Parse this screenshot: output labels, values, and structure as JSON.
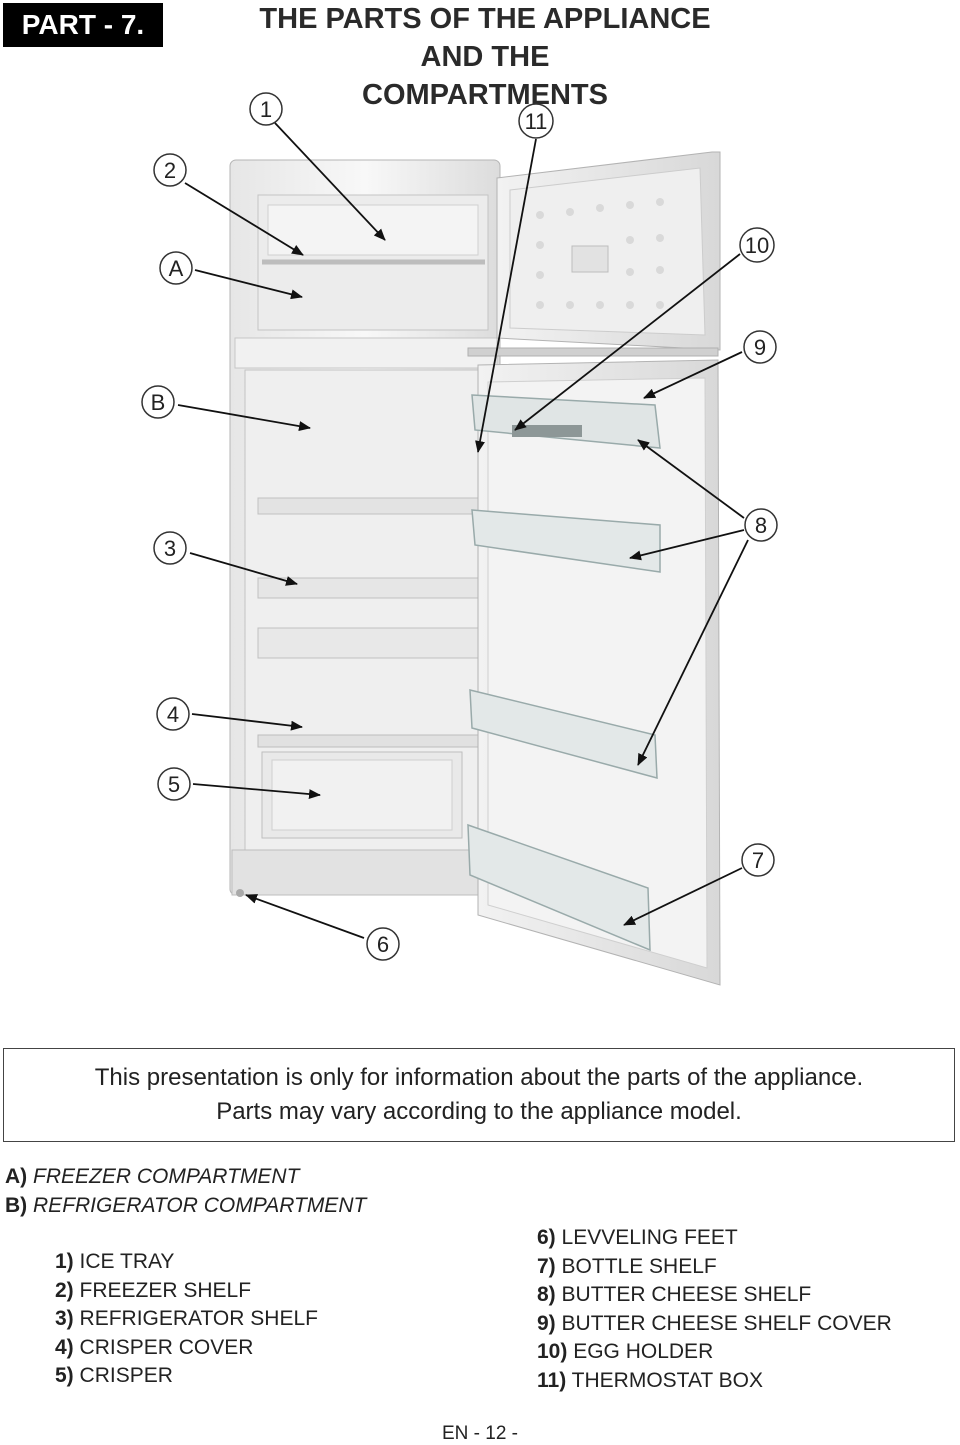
{
  "header": {
    "part_label": "PART - 7.",
    "title_line1": "THE PARTS OF THE APPLIANCE AND THE",
    "title_line2": "COMPARTMENTS"
  },
  "figure": {
    "callouts": {
      "n1": "1",
      "n2": "2",
      "nA": "A",
      "nB": "B",
      "n3": "3",
      "n4": "4",
      "n5": "5",
      "n6": "6",
      "n7": "7",
      "n8": "8",
      "n9": "9",
      "n10": "10",
      "n11": "11"
    }
  },
  "notice": {
    "line1": "This presentation  is only for information about the parts of the appliance.",
    "line2": "Parts may vary according to the appliance model."
  },
  "compartments": [
    {
      "key": "A)",
      "label": "FREEZER COMPARTMENT"
    },
    {
      "key": "B)",
      "label": "REFRIGERATOR COMPARTMENT"
    }
  ],
  "parts_left": [
    {
      "key": "1)",
      "label": "ICE TRAY"
    },
    {
      "key": "2)",
      "label": "FREEZER SHELF"
    },
    {
      "key": "3)",
      "label": "REFRIGERATOR SHELF"
    },
    {
      "key": "4)",
      "label": "CRISPER COVER"
    },
    {
      "key": "5)",
      "label": "CRISPER"
    }
  ],
  "parts_right": [
    {
      "key": "6)",
      "label": "LEVVELING FEET"
    },
    {
      "key": "7)",
      "label": "BOTTLE SHELF"
    },
    {
      "key": "8)",
      "label": "BUTTER CHEESE SHELF"
    },
    {
      "key": "9)",
      "label": "BUTTER CHEESE SHELF COVER"
    },
    {
      "key": "10)",
      "label": "EGG HOLDER"
    },
    {
      "key": "11)",
      "label": "THERMOSTAT BOX"
    }
  ],
  "footer": {
    "page": "EN - 12 -"
  }
}
